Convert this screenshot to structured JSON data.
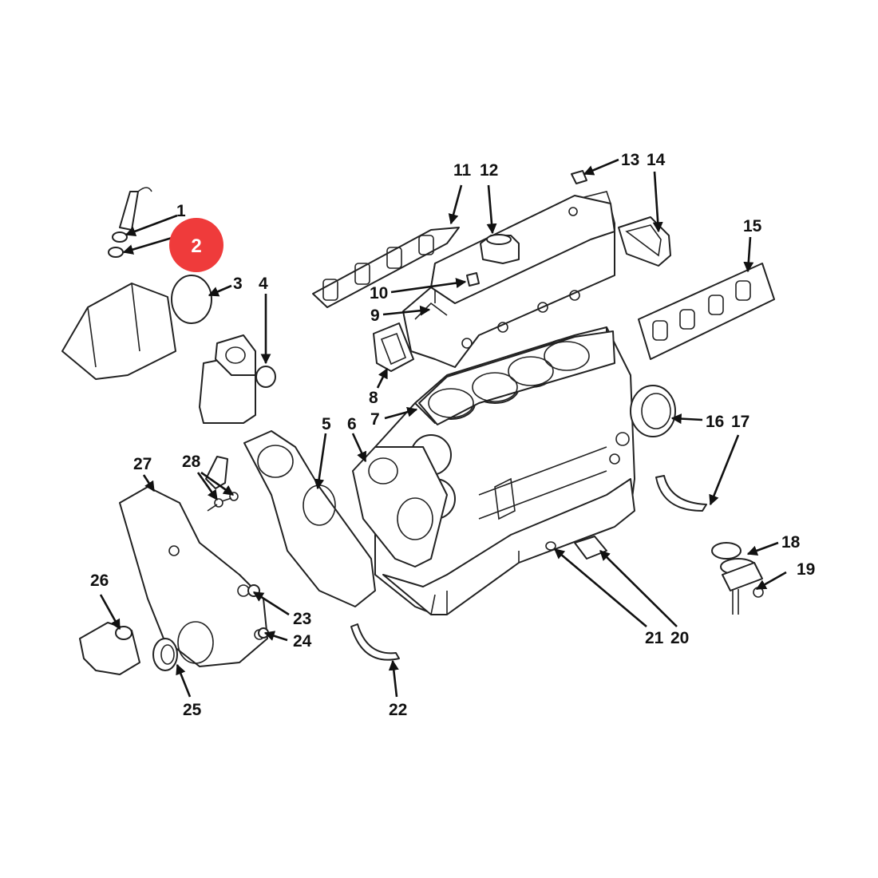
{
  "callouts": {
    "c1": "1",
    "c2": "2",
    "c3": "3",
    "c4": "4",
    "c5": "5",
    "c6": "6",
    "c7": "7",
    "c8": "8",
    "c9": "9",
    "c10": "10",
    "c11": "11",
    "c12": "12",
    "c13": "13",
    "c14": "14",
    "c15": "15",
    "c16": "16",
    "c17": "17",
    "c18": "18",
    "c19": "19",
    "c20": "20",
    "c21": "21",
    "c22": "22",
    "c23": "23",
    "c24": "24",
    "c25": "25",
    "c26": "26",
    "c27": "27",
    "c28": "28"
  },
  "highlight": {
    "label": "2",
    "color": "#ef3b3b"
  },
  "colors": {
    "line": "#222222",
    "background": "#ffffff"
  }
}
